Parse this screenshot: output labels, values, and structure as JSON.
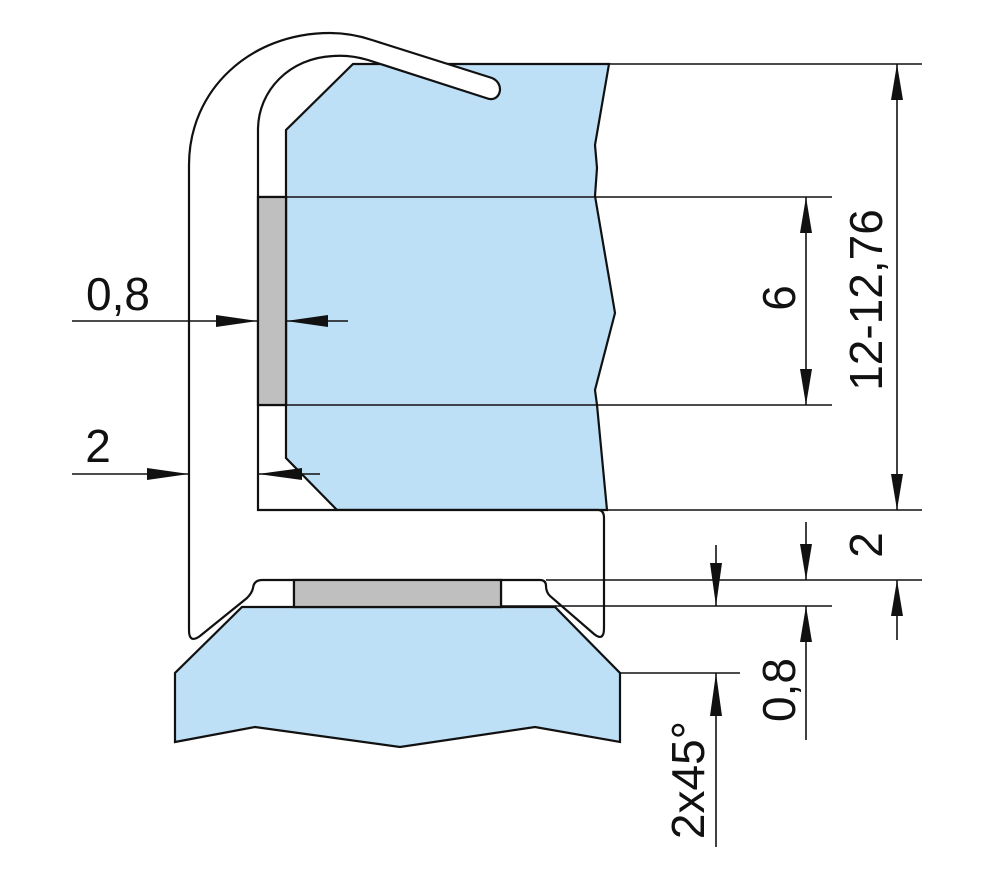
{
  "drawing": {
    "colors": {
      "glass": "#bde0f6",
      "interlayer": "#bfbfbf",
      "profile": "#ffffff",
      "line": "#111111"
    },
    "dimensions": {
      "interlayer_thickness": "0,8",
      "wall_thickness": "2",
      "interlayer_height": "6",
      "glass_thickness": "12-12,76",
      "gap_bottom": "2",
      "bottom_interlayer": "0,8",
      "chamfer": "2x45°"
    }
  }
}
